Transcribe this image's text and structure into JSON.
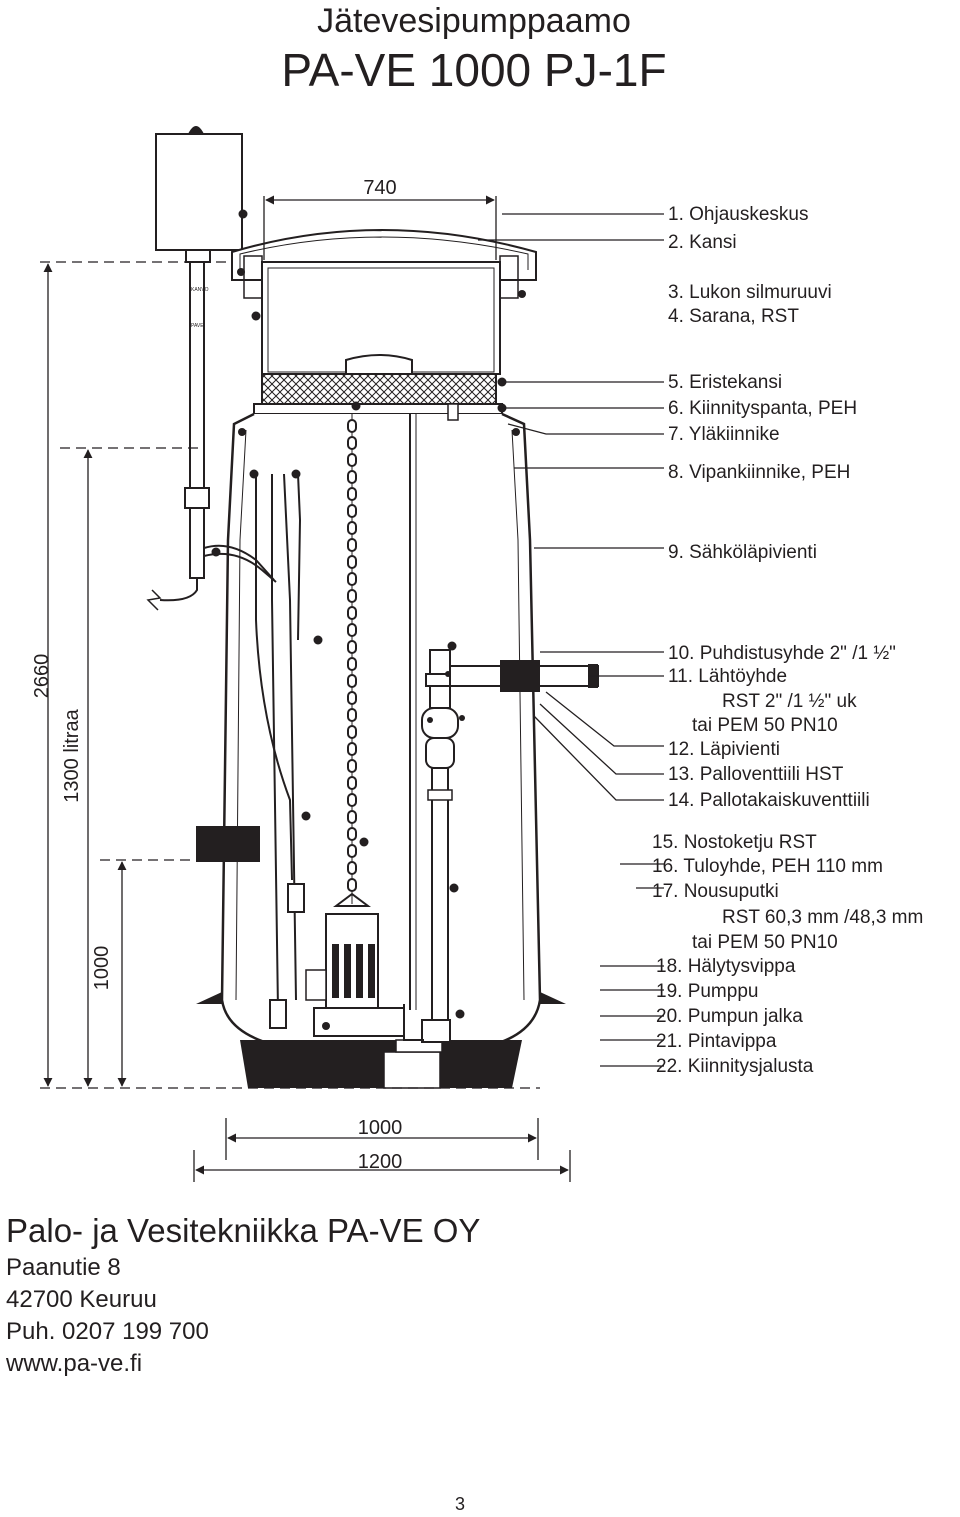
{
  "title": {
    "line1": "Jätevesipumppaamo",
    "line2": "PA-VE 1000 PJ-1F"
  },
  "dimensions": {
    "top_width": "740",
    "total_height": "2660",
    "volume": "1300 litraa",
    "height_1000": "1000",
    "base_1000": "1000",
    "base_1200": "1200"
  },
  "control_box_labels": [
    "KANVO",
    "PAVE"
  ],
  "legend": [
    "1. Ohjauskeskus",
    "2. Kansi",
    "3. Lukon silmuruuvi",
    "4. Sarana, RST",
    "5. Eristekansi",
    "6. Kiinnityspanta, PEH",
    "7. Yläkiinnike",
    "8. Vipankiinnike, PEH",
    "9. Sähköläpivienti",
    "10. Puhdistusyhde 2\" /1 ½\"",
    "11. Lähtöyhde",
    "RST 2\" /1 ½\" uk",
    "tai PEM 50 PN10",
    "12. Läpivienti",
    "13. Palloventtiili HST",
    "14. Pallotakaiskuventtiili",
    "15. Nostoketju RST",
    "16. Tuloyhde, PEH 110 mm",
    "17. Nousuputki",
    "RST 60,3 mm /48,3 mm",
    "tai PEM 50 PN10",
    "18. Hälytysvippa",
    "19. Pumppu",
    "20. Pumpun jalka",
    "21. Pintavippa",
    "22. Kiinnitysjalusta"
  ],
  "company": {
    "name": "Palo- ja Vesitekniikka PA-VE OY",
    "street": "Paanutie 8",
    "city": "42700 Keuruu",
    "phone": "Puh. 0207 199 700",
    "web": "www.pa-ve.fi"
  },
  "page_number": "3"
}
